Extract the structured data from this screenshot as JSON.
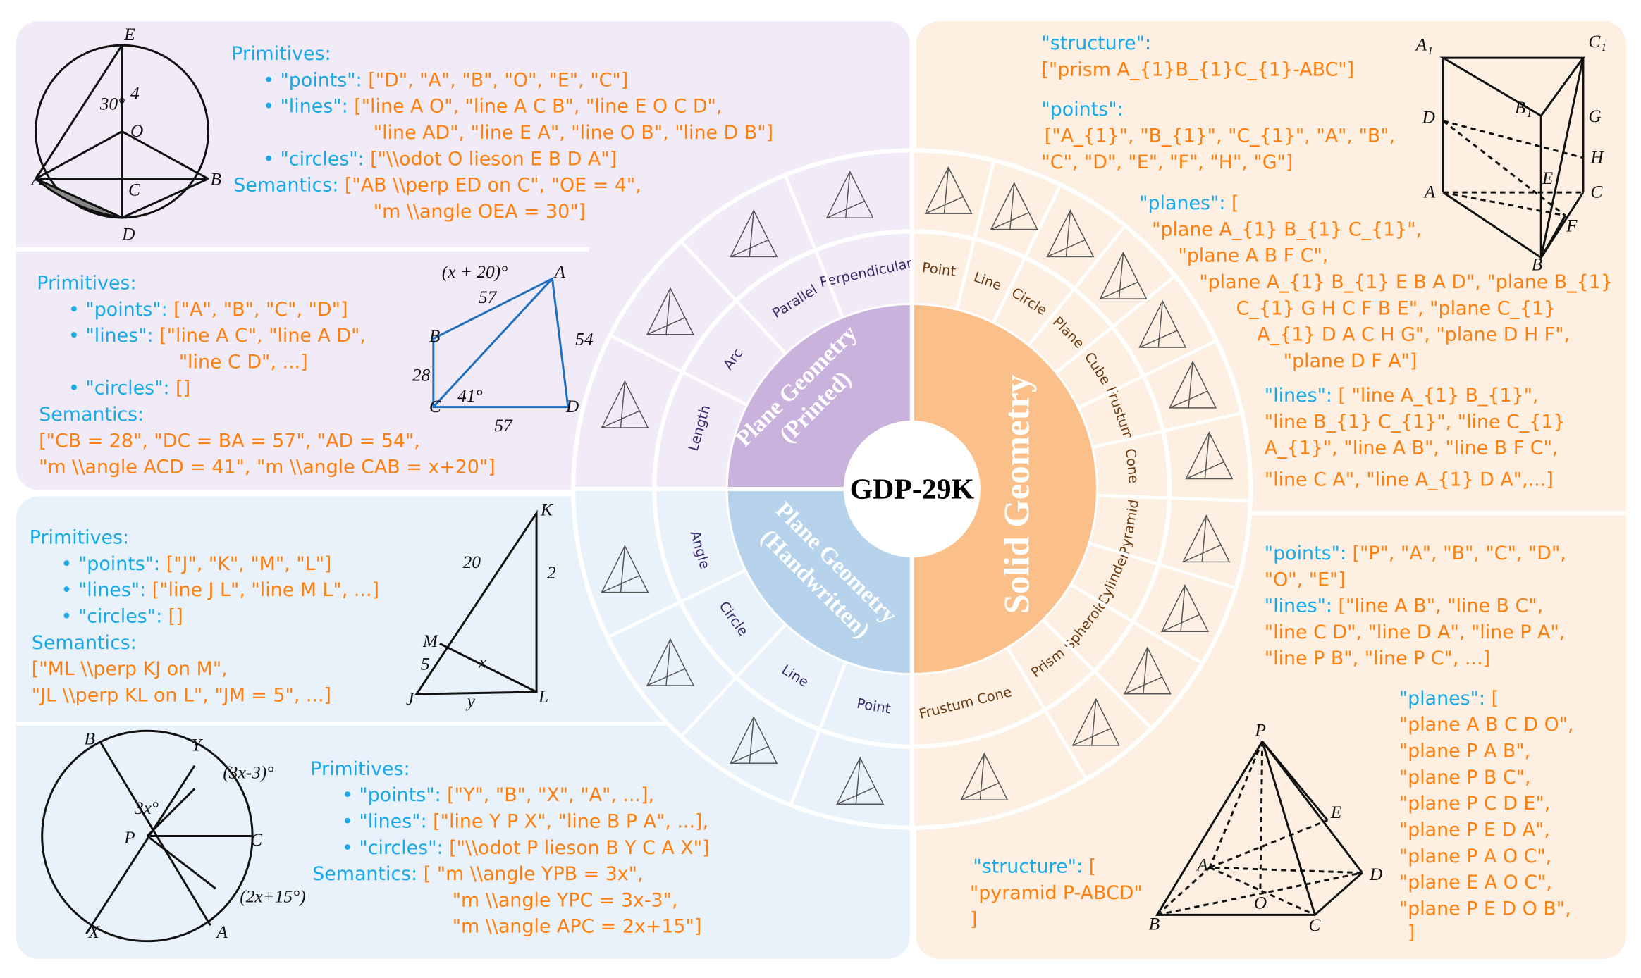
{
  "center_title": "GDP-29K",
  "colors": {
    "printed": "#c9b3dd",
    "handwritten": "#b7d3ec",
    "solid": "#fbbf8a",
    "panel_printed": "#f1ebf8",
    "panel_handwritten": "#e9f2fb",
    "panel_solid": "#fdf0e3",
    "key": "#19a9e8",
    "value": "#ff7f0e"
  },
  "core": {
    "printed": [
      "Plane Geometry",
      "(Printed)"
    ],
    "handwritten": [
      "Plane Geometry",
      "(Handwritten)"
    ],
    "solid": "Solid Geometry"
  },
  "categories": {
    "printed": [
      "Length",
      "Arc",
      "Parallel",
      "Perpendicular"
    ],
    "handwritten": [
      "Angle",
      "Circle",
      "Line",
      "Point"
    ],
    "solid": [
      "Point",
      "Line",
      "Circle",
      "Plane",
      "Cube",
      "Frustum",
      "Cone",
      "Pyramid",
      "Cylinder",
      "Spheroid",
      "Prism",
      "Frustum Cone"
    ]
  },
  "blocks": [
    {
      "lines": [
        {
          "k": "Primitives:",
          "v": ""
        },
        {
          "k": "•  \"points\": ",
          "v": "[\"D\", \"A\", \"B\", \"O\", \"E\", \"C\"]"
        },
        {
          "k": "•  \"lines\": ",
          "v": "[\"line A O\", \"line A C B\", \"line E O C D\","
        },
        {
          "k": "",
          "v": "\"line AD\", \"line E A\", \"line O B\", \"line D B\"]"
        },
        {
          "k": "•  \"circles\": ",
          "v": "[\"\\\\odot O lieson E B D A\"]"
        },
        {
          "k": "Semantics: ",
          "v": "[\"AB \\\\perp ED on C\", \"OE = 4\","
        },
        {
          "k": "",
          "v": "\"m \\\\angle OEA = 30\"]"
        }
      ]
    },
    {
      "lines": [
        {
          "k": "Primitives:",
          "v": ""
        },
        {
          "k": "•  \"points\": ",
          "v": "[\"A\", \"B\", \"C\", \"D\"]"
        },
        {
          "k": "•  \"lines\": ",
          "v": "[\"line A C\", \"line A D\","
        },
        {
          "k": "",
          "v": "\"line C D\", ...]"
        },
        {
          "k": "•  \"circles\": ",
          "v": "[]"
        },
        {
          "k": "Semantics:",
          "v": ""
        },
        {
          "k": "",
          "v": "[\"CB = 28\", \"DC = BA = 57\", \"AD = 54\","
        },
        {
          "k": "",
          "v": "\"m \\\\angle ACD = 41\", \"m \\\\angle CAB = x+20\"]"
        }
      ]
    },
    {
      "lines": [
        {
          "k": "Primitives:",
          "v": ""
        },
        {
          "k": "•  \"points\": ",
          "v": "[\"J\", \"K\", \"M\", \"L\"]"
        },
        {
          "k": "•  \"lines\": ",
          "v": "[\"line J L\", \"line M L\", ...]"
        },
        {
          "k": "•  \"circles\": ",
          "v": "[]"
        },
        {
          "k": "Semantics:",
          "v": ""
        },
        {
          "k": "",
          "v": "[\"ML \\\\perp KJ on M\","
        },
        {
          "k": "",
          "v": "\"JL \\\\perp KL on L\", \"JM = 5\", ...]"
        }
      ]
    },
    {
      "lines": [
        {
          "k": "Primitives:",
          "v": ""
        },
        {
          "k": "•  \"points\": ",
          "v": "[\"Y\", \"B\", \"X\", \"A\", ...],"
        },
        {
          "k": "•  \"lines\": ",
          "v": "[\"line Y P X\", \"line B P A\", ...],"
        },
        {
          "k": "•  \"circles\": ",
          "v": "[\"\\\\odot P lieson B Y C A X\"]"
        },
        {
          "k": "Semantics: ",
          "v": "[  \"m \\\\angle YPB = 3x\","
        },
        {
          "k": "",
          "v": "\"m \\\\angle YPC = 3x-3\","
        },
        {
          "k": "",
          "v": "\"m \\\\angle APC = 2x+15\"]"
        }
      ]
    },
    {
      "lines": [
        {
          "k": "\"structure\": ",
          "v": ""
        },
        {
          "k": "",
          "v": "[\"prism A_{1}B_{1}C_{1}-ABC\"]"
        },
        {
          "k": "\"points\": ",
          "v": ""
        },
        {
          "k": "",
          "v": "[\"A_{1}\", \"B_{1}\", \"C_{1}\", \"A\", \"B\","
        },
        {
          "k": "",
          "v": "\"C\", \"D\", \"E\", \"F\", \"H\", \"G\"]"
        },
        {
          "k": "\"planes\": ",
          "v": "["
        },
        {
          "k": "",
          "v": "\"plane A_{1} B_{1} C_{1}\","
        },
        {
          "k": "",
          "v": "\"plane A B F C\","
        },
        {
          "k": "",
          "v": "\"plane A_{1} B_{1} E B A D\", \"plane B_{1}"
        },
        {
          "k": "",
          "v": "C_{1} G H C F B E\", \"plane C_{1}"
        },
        {
          "k": "",
          "v": "A_{1} D A C H G\", \"plane D H F\","
        },
        {
          "k": "",
          "v": "\"plane D F A\"]"
        },
        {
          "k": "\"lines\":  ",
          "v": " [ \"line A_{1} B_{1}\","
        },
        {
          "k": "",
          "v": "\"line B_{1} C_{1}\",    \"line C_{1}"
        },
        {
          "k": "",
          "v": "A_{1}\",   \"line A B\",    \"line B F C\","
        },
        {
          "k": "",
          "v": "\"line C A\",    \"line A_{1} D A\",...]"
        }
      ]
    },
    {
      "lines": [
        {
          "k": "\"points\": ",
          "v": "[\"P\", \"A\", \"B\", \"C\", \"D\","
        },
        {
          "k": "",
          "v": "\"O\", \"E\"]"
        },
        {
          "k": "\"lines\": ",
          "v": "[\"line A B\", \"line B C\","
        },
        {
          "k": "",
          "v": "\"line C D\", \"line D A\", \"line P A\","
        },
        {
          "k": "",
          "v": "\"line P B\", \"line P C\", ...]"
        },
        {
          "k": "\"planes\": ",
          "v": "["
        },
        {
          "k": "",
          "v": "\"plane A B C D O\","
        },
        {
          "k": "",
          "v": "\"plane P A B\","
        },
        {
          "k": "",
          "v": "\"plane P B C\","
        },
        {
          "k": "",
          "v": "\"plane P C D E\","
        },
        {
          "k": "",
          "v": "\"plane P E D A\","
        },
        {
          "k": "",
          "v": "\"plane P A O C\","
        },
        {
          "k": "",
          "v": "\"plane E A O C\","
        },
        {
          "k": "",
          "v": "\"plane P E D O B\","
        },
        {
          "k": "",
          "v": "]"
        }
      ]
    },
    {
      "lines": [
        {
          "k": "\"structure\": ",
          "v": "["
        },
        {
          "k": "",
          "v": "\"pyramid P-ABCD\""
        },
        {
          "k": "",
          "v": "]"
        }
      ]
    }
  ],
  "figures": {
    "circle_printed": [
      "E",
      "A",
      "B",
      "C",
      "D",
      "O",
      "4",
      "30°"
    ],
    "quad_printed": [
      "A",
      "B",
      "C",
      "D",
      "57",
      "54",
      "28",
      "57",
      "41°",
      "(x + 20)°"
    ],
    "triangle_handwritten": [
      "K",
      "J",
      "L",
      "M",
      "20",
      "2",
      "5",
      "x",
      "y"
    ],
    "circle_handwritten": [
      "B",
      "Y",
      "C",
      "A",
      "X",
      "P",
      "3x°",
      "(3x-3)°",
      "(2x+15°)"
    ],
    "prism": [
      "A₁",
      "C₁",
      "B₁",
      "D",
      "G",
      "H",
      "E",
      "A",
      "C",
      "F",
      "B"
    ],
    "pyramid": [
      "P",
      "E",
      "A",
      "D",
      "O",
      "B",
      "C"
    ]
  }
}
